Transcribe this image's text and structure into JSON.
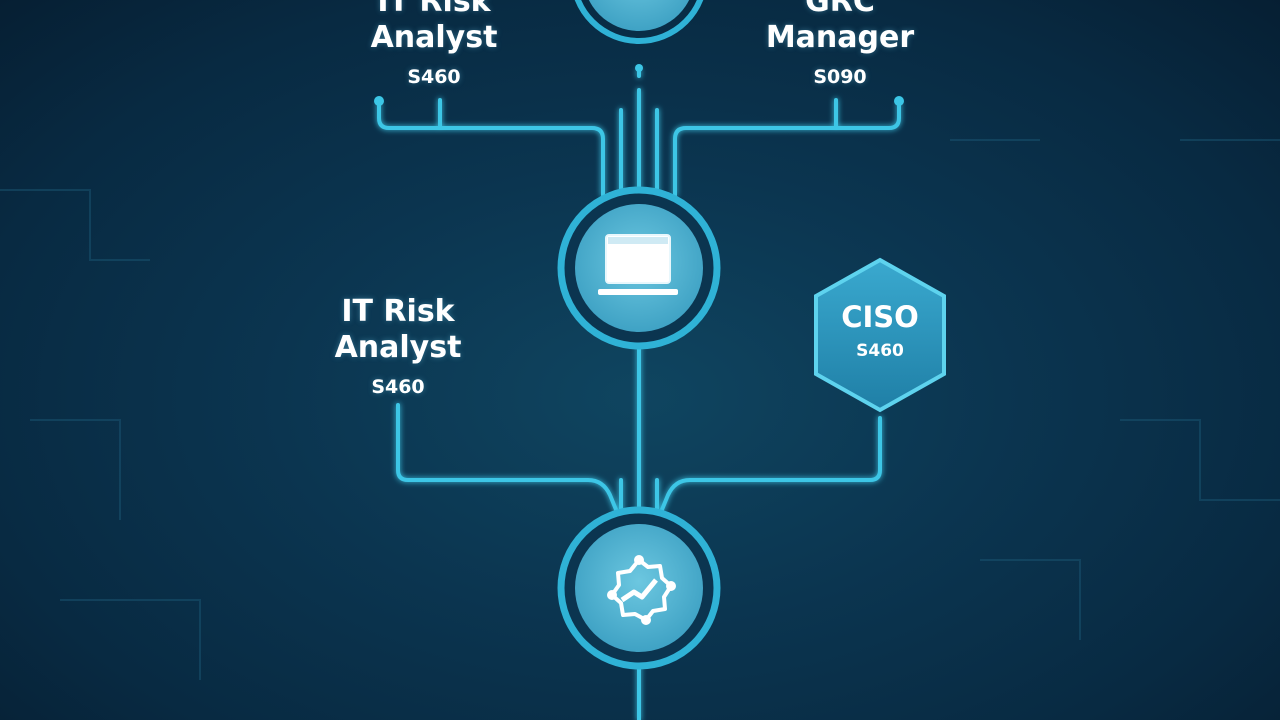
{
  "colors": {
    "line": "#3cc6e6",
    "circle_fill": "#5bb9d6",
    "circle_ring": "#2fb2d6",
    "hex_fill": "#2d97bd",
    "text": "#ffffff"
  },
  "nodes": {
    "top_left": {
      "title_line1": "IT Risk",
      "title_line2": "Analyst",
      "code": "S460"
    },
    "top_right": {
      "title_line1": "GRC",
      "title_line2": "Manager",
      "code": "S090"
    },
    "middle_left": {
      "title_line1": "IT Risk",
      "title_line2": "Analyst",
      "code": "S460"
    },
    "ciso": {
      "title": "CISO",
      "code": "S460"
    }
  },
  "icons": {
    "middle_circle": "laptop-icon",
    "bottom_circle": "gear-chart-icon"
  }
}
